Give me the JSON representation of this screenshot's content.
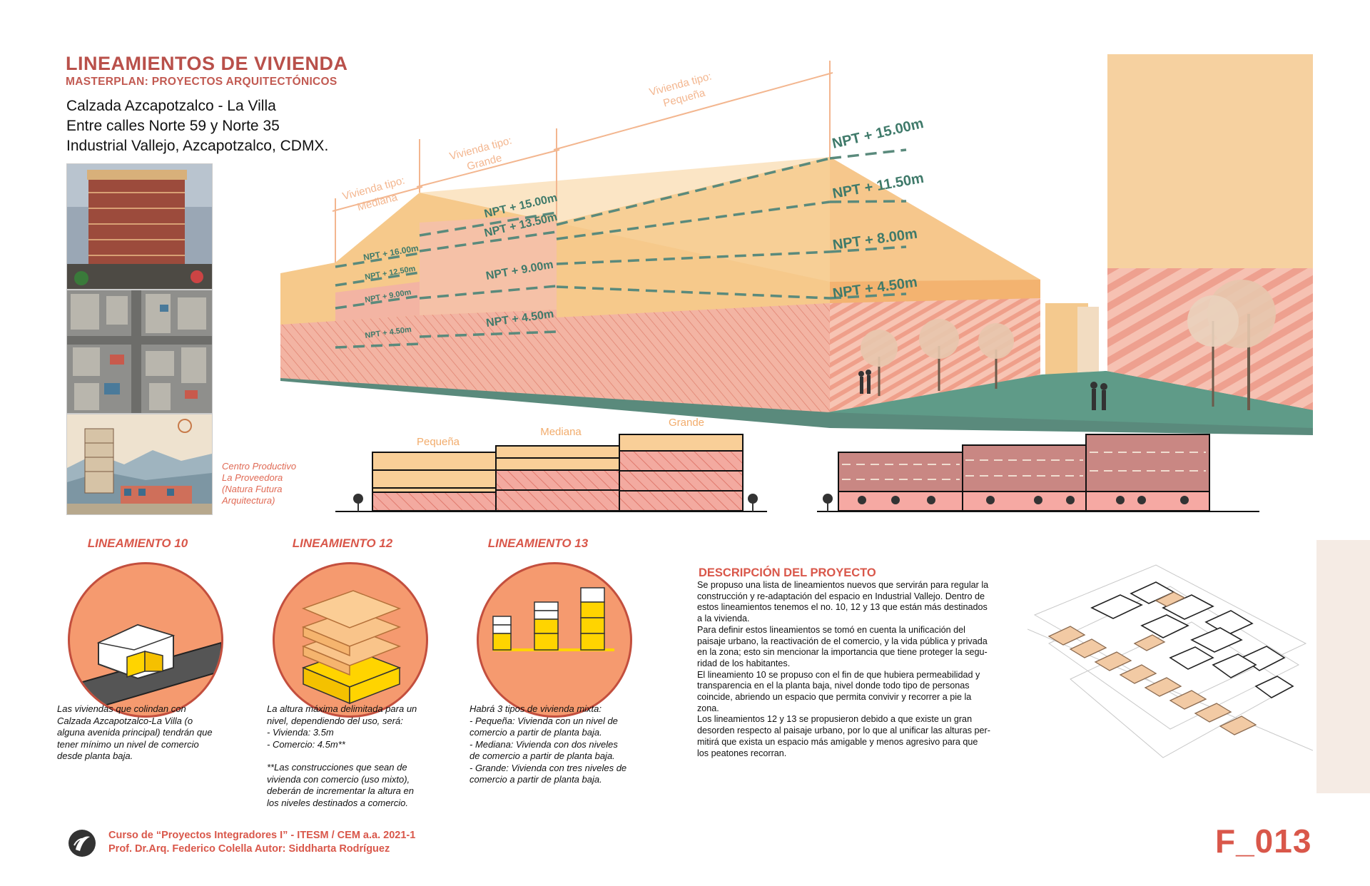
{
  "header": {
    "title": "LINEAMIENTOS DE VIVIENDA",
    "subtitle": "MASTERPLAN: PROYECTOS ARQUITECTÓNICOS",
    "address": [
      "Calzada Azcapotzalco - La Villa",
      "Entre calles Norte 59 y Norte 35",
      "Industrial Vallejo, Azcapotzalco, CDMX."
    ]
  },
  "photo_credit": [
    "Centro Productivo",
    "La Proveedora",
    "(Natura Futura",
    "Arquitectura)"
  ],
  "perspective": {
    "types": [
      {
        "line1": "Vivienda tipo:",
        "line2": "Mediana"
      },
      {
        "line1": "Vivienda tipo:",
        "line2": "Grande"
      },
      {
        "line1": "Vivienda tipo:",
        "line2": "Pequeña"
      }
    ],
    "levels_mediana": [
      "NPT + 16.00m",
      "NPT + 12.50m",
      "NPT + 9.00m",
      "NPT + 4.50m"
    ],
    "levels_grande": [
      "NPT + 15.00m",
      "NPT + 13.50m",
      "NPT + 9.00m",
      "NPT + 4.50m"
    ],
    "levels_pequena": [
      "NPT + 15.00m",
      "NPT + 11.50m",
      "NPT + 8.00m",
      "NPT + 4.50m"
    ]
  },
  "section": {
    "labels": [
      "Pequeña",
      "Mediana",
      "Grande"
    ]
  },
  "lineamientos": [
    {
      "title": "LINEAMIENTO 10",
      "text": [
        "Las viviendas que colindan con",
        "Calzada Azcapotzalco-La Villa (o",
        "alguna avenida principal) tendrán que",
        "tener mínimo un nivel de comercio",
        "desde planta baja."
      ]
    },
    {
      "title": "LINEAMIENTO 12",
      "text": [
        "La altura máxima delimitada para un",
        "nivel, dependiendo del uso, será:",
        "- Vivienda: 3.5m",
        "- Comercio: 4.5m**",
        "",
        "**Las construcciones que sean de",
        "vivienda con comercio (uso mixto),",
        "deberán de incrementar la altura en",
        "los niveles destinados a comercio."
      ]
    },
    {
      "title": "LINEAMIENTO 13",
      "text": [
        "Habrá 3 tipos de vivienda mixta:",
        "- Pequeña: Vivienda con un nivel de",
        "comercio a partir de planta baja.",
        "- Mediana: Vivienda con dos niveles",
        "de comercio a partir de planta baja.",
        "- Grande: Vivienda con tres niveles de",
        "comercio a partir de planta baja."
      ]
    }
  ],
  "description": {
    "title": "DESCRIPCIÓN DEL PROYECTO",
    "lines": [
      "Se propuso una lista de lineamientos nuevos que servirán para regular la",
      "construcción y re-adaptación del espacio en Industrial Vallejo. Dentro de",
      "estos lineamientos tenemos el no. 10, 12 y 13 que están más destinados",
      "a la vivienda.",
      "Para definir estos lineamientos se tomó en cuenta la unificación del",
      "paisaje urbano, la reactivación de el comercio, y la vida pública y privada",
      "en la zona; esto sin mencionar la importancia que tiene proteger la segu-",
      "ridad de los habitantes.",
      "El lineamiento 10 se propuso con el fin de que hubiera permeabilidad y",
      "transparencia en el la planta baja, nivel donde todo tipo de personas",
      "coincide, abriendo un espacio que permita convivir y recorrer a pie la",
      "zona.",
      "Los lineamientos 12 y 13 se propusieron debido a que existe un gran",
      "desorden respecto al paisaje urbano, por lo que al unificar las alturas per-",
      "mitirá que exista un espacio más amigable y menos agresivo para que",
      "los peatones recorran."
    ]
  },
  "footer": {
    "line1": "Curso de “Proyectos Integradores I” - ITESM / CEM a.a. 2021-1",
    "line2": "Prof. Dr.Arq. Federico Colella  Autor: Siddharta Rodríguez",
    "code": "F_013"
  },
  "colors": {
    "accent": "#d9574a",
    "teal": "#5a8a7c",
    "facade": "#f6c98b",
    "pink": "#f3b4a3"
  }
}
